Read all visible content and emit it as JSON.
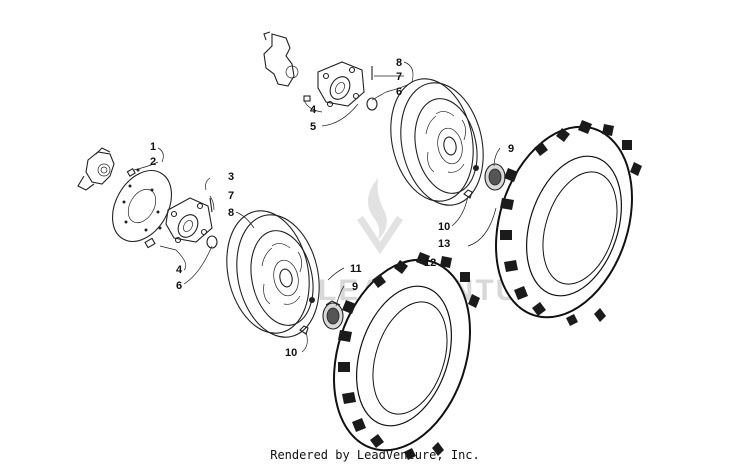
{
  "callouts": {
    "c1": "1",
    "c2": "2",
    "c3": "3",
    "c7a": "7",
    "c8a": "8",
    "c4a": "4",
    "c6a": "6",
    "c11": "11",
    "c9a": "9",
    "c10a": "10",
    "c12": "12",
    "c8b": "8",
    "c7b": "7",
    "c6b": "6",
    "c4b": "4",
    "c5": "5",
    "c9b": "9",
    "c10b": "10",
    "c13": "13"
  },
  "footer": "Rendered by LeadVenture, Inc.",
  "watermark": "LEADVENTURE",
  "icons": [
    "steering-knuckle",
    "brake-disc",
    "wheel-hub",
    "wheel-rim",
    "hub-cap",
    "tire",
    "valve-stem"
  ]
}
